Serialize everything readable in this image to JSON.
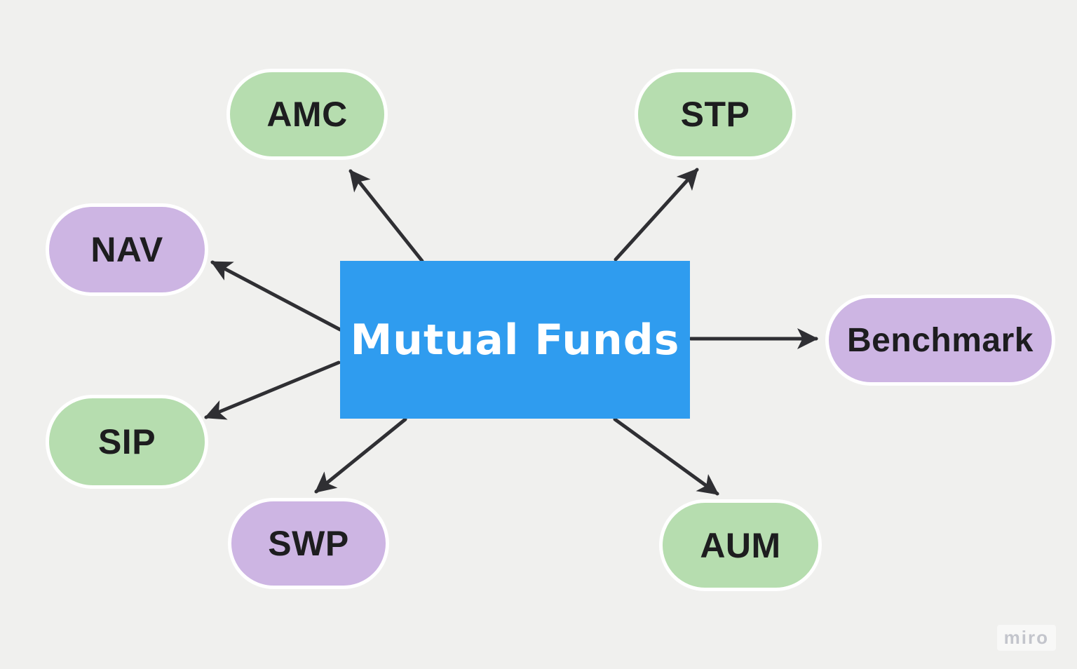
{
  "center": {
    "label": "Mutual Funds",
    "bg_color": "#2F9CEF",
    "text_color": "#FFFFFF"
  },
  "nodes": [
    {
      "id": "amc",
      "label": "AMC",
      "fill": "#B6DDAF"
    },
    {
      "id": "stp",
      "label": "STP",
      "fill": "#B6DDAF"
    },
    {
      "id": "nav",
      "label": "NAV",
      "fill": "#CDB5E3"
    },
    {
      "id": "benchmark",
      "label": "Benchmark",
      "fill": "#CDB5E3"
    },
    {
      "id": "sip",
      "label": "SIP",
      "fill": "#B6DDAF"
    },
    {
      "id": "swp",
      "label": "SWP",
      "fill": "#CDB5E3"
    },
    {
      "id": "aum",
      "label": "AUM",
      "fill": "#B6DDAF"
    }
  ],
  "edges": [
    {
      "from": "Mutual Funds",
      "to": "AMC"
    },
    {
      "from": "Mutual Funds",
      "to": "STP"
    },
    {
      "from": "Mutual Funds",
      "to": "NAV"
    },
    {
      "from": "Mutual Funds",
      "to": "Benchmark"
    },
    {
      "from": "Mutual Funds",
      "to": "SIP"
    },
    {
      "from": "Mutual Funds",
      "to": "SWP"
    },
    {
      "from": "Mutual Funds",
      "to": "AUM"
    }
  ],
  "colors": {
    "background": "#F0F0EE",
    "arrow": "#2F2F33",
    "node_text": "#1D1D1F",
    "node_border": "#FFFFFF"
  },
  "watermark": {
    "label": "miro"
  }
}
